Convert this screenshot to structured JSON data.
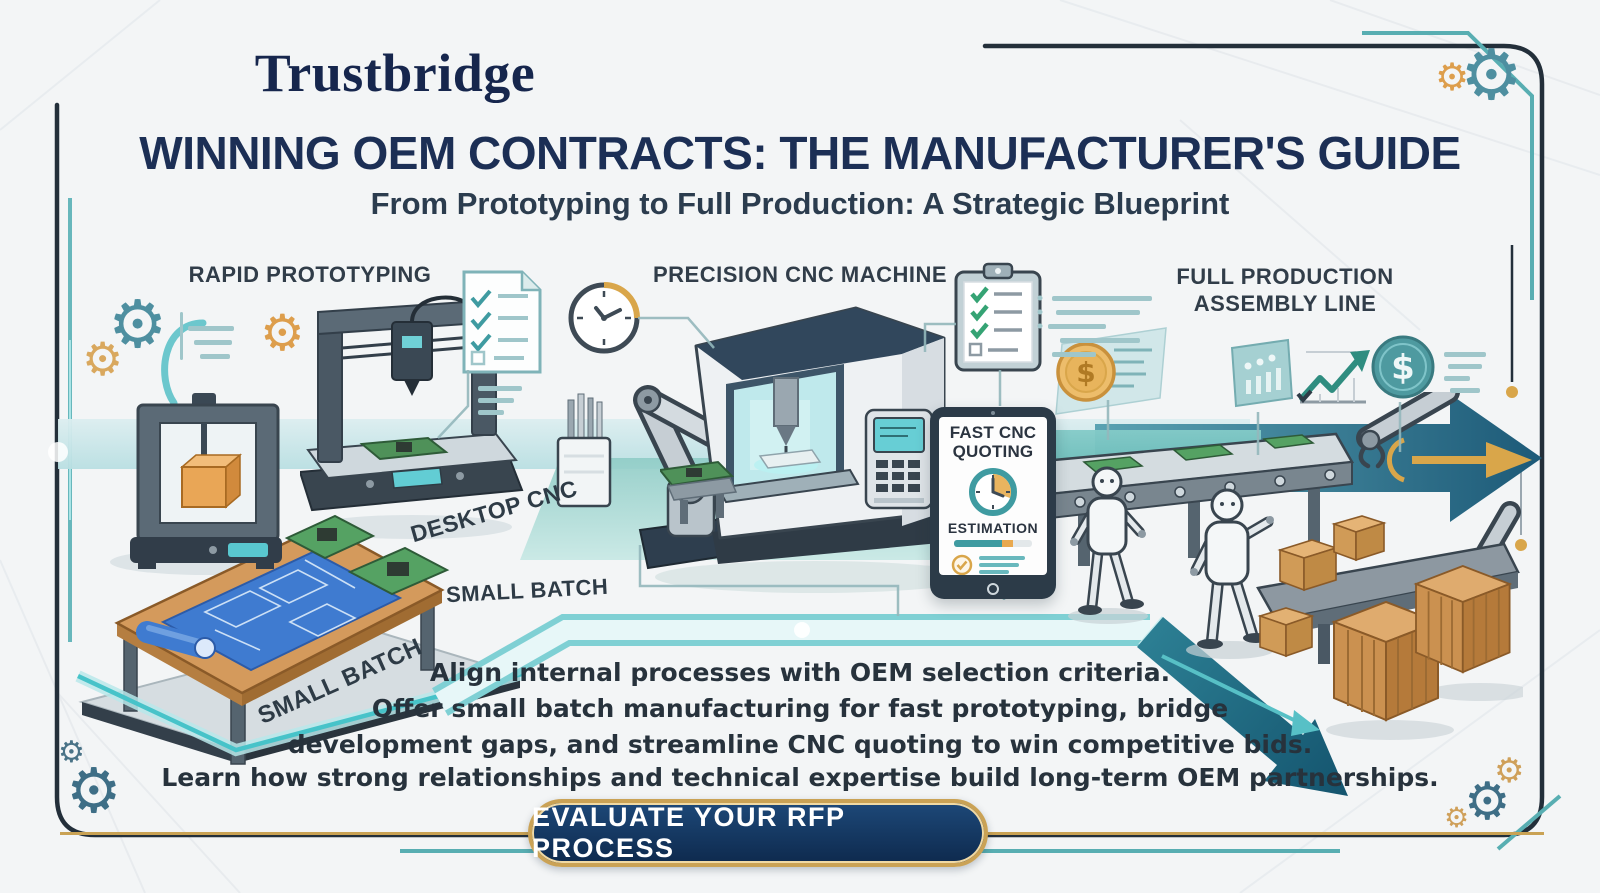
{
  "glyphs": {
    "gear": "⚙",
    "dollar": "$"
  },
  "brand": {
    "logo_text": "Trustbridge"
  },
  "header": {
    "title": "WINNING OEM CONTRACTS: THE MANUFACTURER'S GUIDE",
    "subtitle": "From Prototyping to Full Production: A Strategic Blueprint"
  },
  "stage_labels": {
    "rapid_prototyping": "RAPID PROTOTYPING",
    "precision_cnc": "PRECISION CNC MACHINE",
    "full_production_line1": "FULL PRODUCTION",
    "full_production_line2": "ASSEMBLY LINE"
  },
  "annotations": {
    "desktop_cnc": "DESKTOP CNC",
    "small_batch_pcb": "SMALL BATCH",
    "small_batch_table": "SMALL BATCH"
  },
  "tablet": {
    "heading_line1": "FAST CNC",
    "heading_line2": "QUOTING",
    "sub_label": "ESTIMATION"
  },
  "description": {
    "line1": "Align internal processes with OEM selection criteria.",
    "line2": "Offer small batch manufacturing for fast prototyping, bridge",
    "line3": "development gaps, and streamline CNC quoting to win competitive bids.",
    "line4": "Learn how strong relationships and technical expertise build long-term OEM partnerships."
  },
  "cta": {
    "label": "EVALUATE YOUR RFP PROCESS"
  },
  "colors": {
    "accent_teal": "#3f9ba1",
    "accent_gold": "#c9a254",
    "navy": "#1c2f55",
    "frame_dark": "#232f3a",
    "button_navy": "#12315a"
  }
}
